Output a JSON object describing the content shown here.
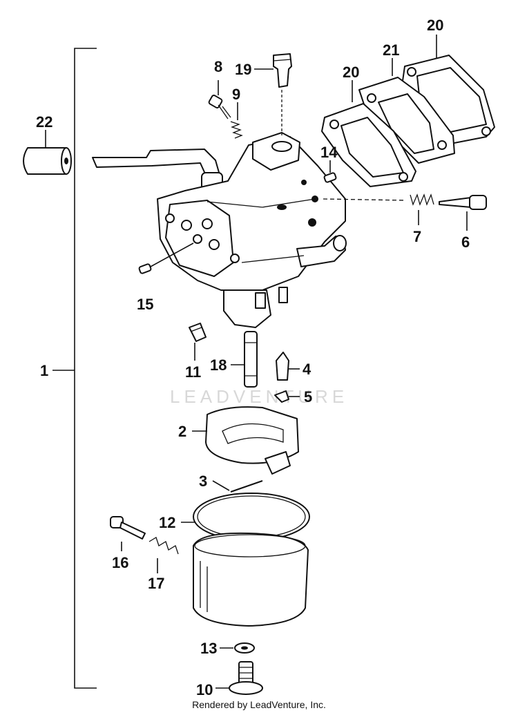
{
  "callouts": {
    "c1": "1",
    "c2": "2",
    "c3": "3",
    "c4": "4",
    "c5": "5",
    "c6": "6",
    "c7": "7",
    "c8": "8",
    "c9": "9",
    "c10": "10",
    "c11": "11",
    "c12": "12",
    "c13": "13",
    "c14": "14",
    "c15": "15",
    "c16": "16",
    "c17": "17",
    "c18": "18",
    "c19": "19",
    "c20a": "20",
    "c20b": "20",
    "c21": "21",
    "c22": "22"
  },
  "watermark": "LEADVENTURE",
  "credit": "Rendered by LeadVenture, Inc."
}
